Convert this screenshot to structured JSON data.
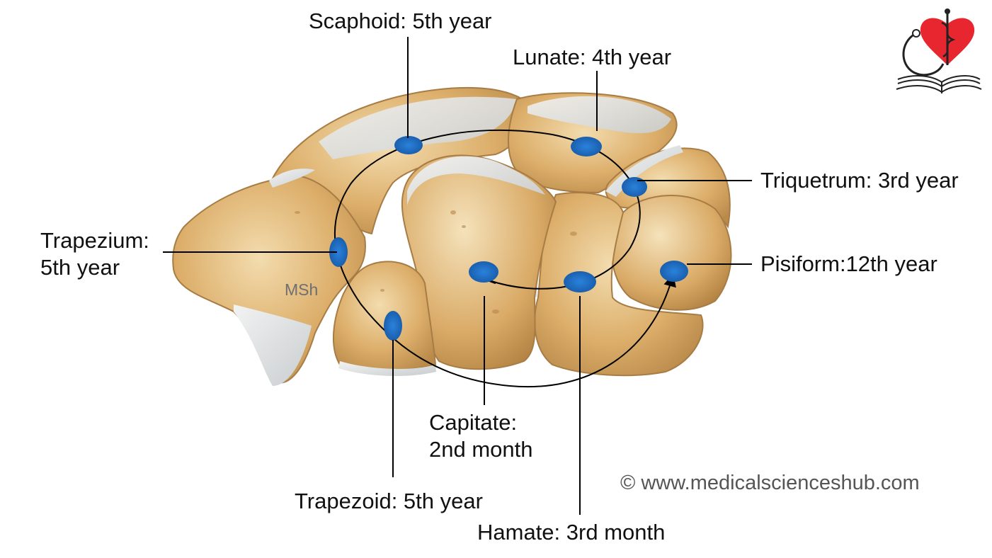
{
  "labels": {
    "scaphoid": "Scaphoid: 5th year",
    "lunate": "Lunate: 4th year",
    "triquetrum": "Triquetrum: 3rd year",
    "pisiform": "Pisiform:12th year",
    "trapezium_line1": "Trapezium:",
    "trapezium_line2": "5th year",
    "capitate_line1": "Capitate:",
    "capitate_line2": "2nd month",
    "trapezoid": "Trapezoid: 5th year",
    "hamate": "Hamate: 3rd month",
    "msh": "MSh"
  },
  "copyright": "© www.medicalscienceshub.com",
  "colors": {
    "bone": "#dcae6a",
    "bone_light": "#efd4a4",
    "cartilage": "#dcdfe0",
    "ossification_center": "#1d6dc2",
    "leader_line": "#000000",
    "logo_heart": "#e8262f"
  },
  "icons": {
    "logo": "medical-book-heart-caduceus-icon"
  }
}
